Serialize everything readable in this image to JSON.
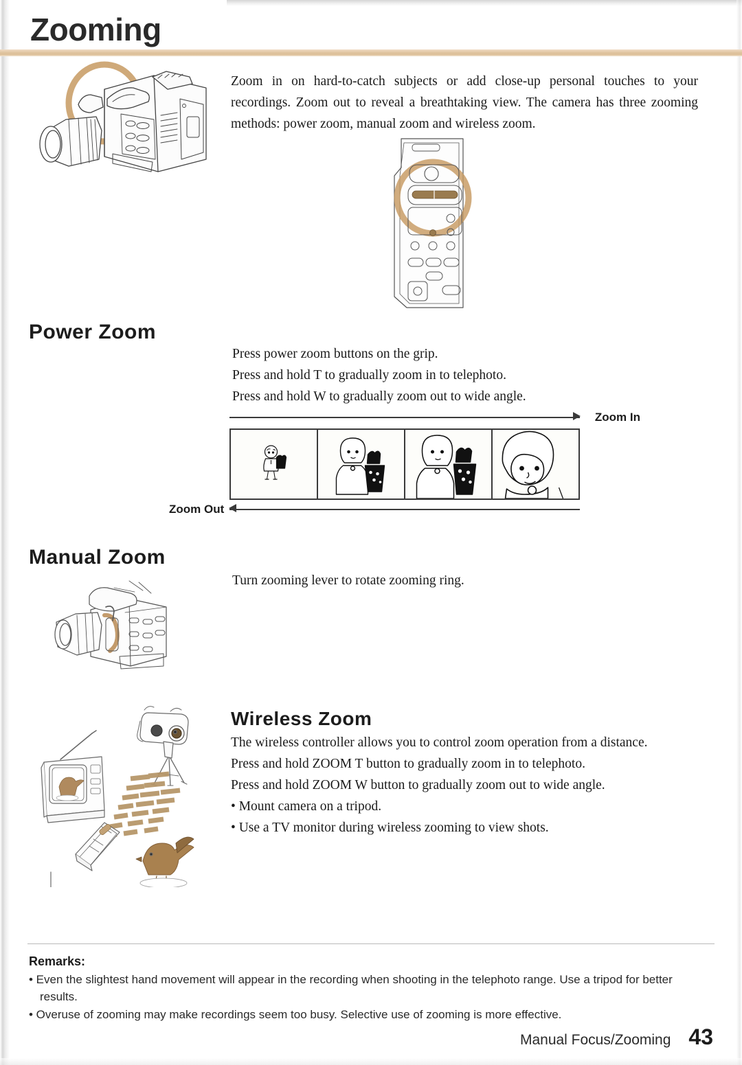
{
  "page": {
    "title": "Zooming",
    "accent_rule_color": "#e0c49f",
    "background_color": "#ffffff",
    "text_color": "#1b1b1b"
  },
  "intro": {
    "paragraph": "Zoom in on hard-to-catch subjects or add close-up personal touches to your recordings. Zoom out to reveal a breathtaking view. The camera has three zooming methods: power zoom, manual zoom and wireless zoom."
  },
  "power_zoom": {
    "heading": "Power Zoom",
    "line1": "Press power zoom buttons on the grip.",
    "line2": "Press and hold T to gradually zoom in to telephoto.",
    "line3": "Press and hold W to gradually zoom out to wide angle."
  },
  "zoom_diagram": {
    "zoom_in_label": "Zoom In",
    "zoom_out_label": "Zoom Out",
    "frame_count": 4,
    "frames": [
      {
        "caption": "girl-with-flowers-far"
      },
      {
        "caption": "girl-with-flowers-medium"
      },
      {
        "caption": "girl-with-flowers-near"
      },
      {
        "caption": "girl-face-closeup"
      }
    ]
  },
  "manual_zoom": {
    "heading": "Manual Zoom",
    "line1": "Turn zooming lever to rotate zooming ring."
  },
  "wireless_zoom": {
    "heading": "Wireless Zoom",
    "line1": "The wireless controller allows you to control zoom operation from a distance.",
    "line2": "Press and hold ZOOM T button to gradually zoom in to telephoto.",
    "line3": "Press and hold ZOOM W button to gradually zoom out to wide angle.",
    "bullet1": "• Mount camera on a tripod.",
    "bullet2": "• Use a TV monitor during wireless zooming to view shots."
  },
  "remarks": {
    "heading": "Remarks:",
    "items": [
      "• Even the slightest hand movement will appear in the recording when shooting in the telephoto range. Use a tripod for better results.",
      "• Overuse of zooming may make recordings seem too busy. Selective use of zooming is more effective."
    ]
  },
  "footer": {
    "section": "Manual Focus/Zooming",
    "page_number": "43"
  },
  "illustrations": {
    "camcorder_main": "camcorder-with-zoom-ring-highlight",
    "remote": "wireless-remote-control-zoom-rocker-highlight",
    "camcorder_manual": "camcorder-manual-zoom-lever-highlight",
    "wireless_scene": "tv-monitor-camera-on-tripod-remote-and-bird"
  }
}
